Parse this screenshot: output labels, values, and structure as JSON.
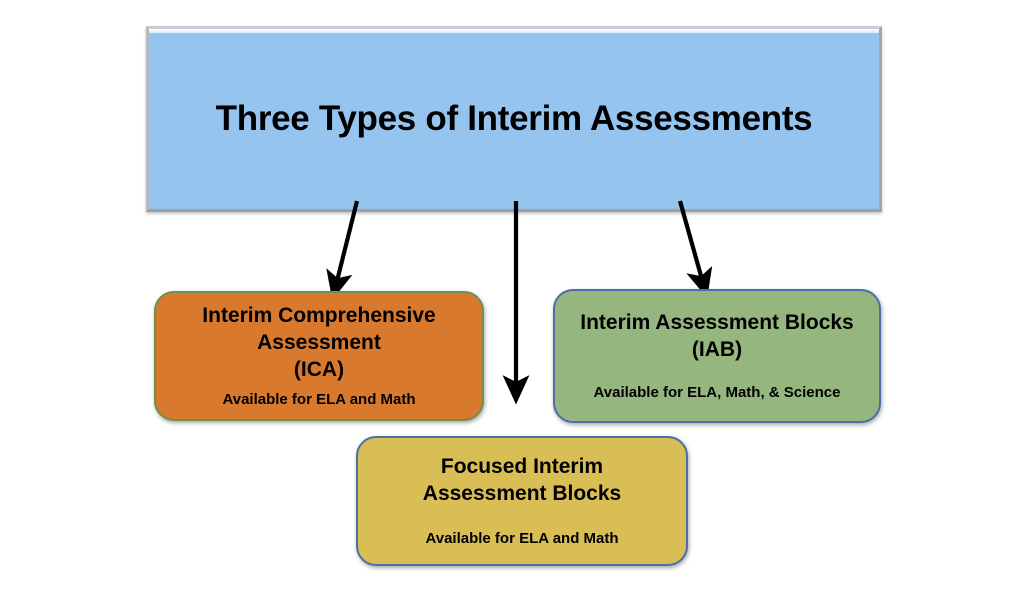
{
  "diagram": {
    "title": "Three Types of Interim Assessments",
    "background_color": "#ffffff",
    "header": {
      "label": "Three Types of Interim Assessments",
      "fill_color": "#95c5ef",
      "border_color": "#a2a7ab"
    },
    "nodes": [
      {
        "id": "ica",
        "title": "Interim Comprehensive\nAssessment\n(ICA)",
        "subtitle": "Available for ELA and Math",
        "fill_color": "#d9792e",
        "border_color": "#6f8f4a"
      },
      {
        "id": "iab",
        "title": "Interim Assessment Blocks\n(IAB)",
        "subtitle": "Available for ELA, Math, & Science",
        "fill_color": "#95b67e",
        "border_color": "#4c6fa8"
      },
      {
        "id": "fiab",
        "title": "Focused Interim\nAssessment Blocks",
        "subtitle": "Available for ELA and Math",
        "fill_color": "#d9be55",
        "border_color": "#4c6fa8"
      }
    ],
    "connectors": [
      {
        "id": "arrow-to-ica",
        "from": "header",
        "to": "ica",
        "color": "#000000"
      },
      {
        "id": "arrow-to-fiab",
        "from": "header",
        "to": "fiab",
        "color": "#000000"
      },
      {
        "id": "arrow-to-iab",
        "from": "header",
        "to": "iab",
        "color": "#000000"
      }
    ]
  }
}
